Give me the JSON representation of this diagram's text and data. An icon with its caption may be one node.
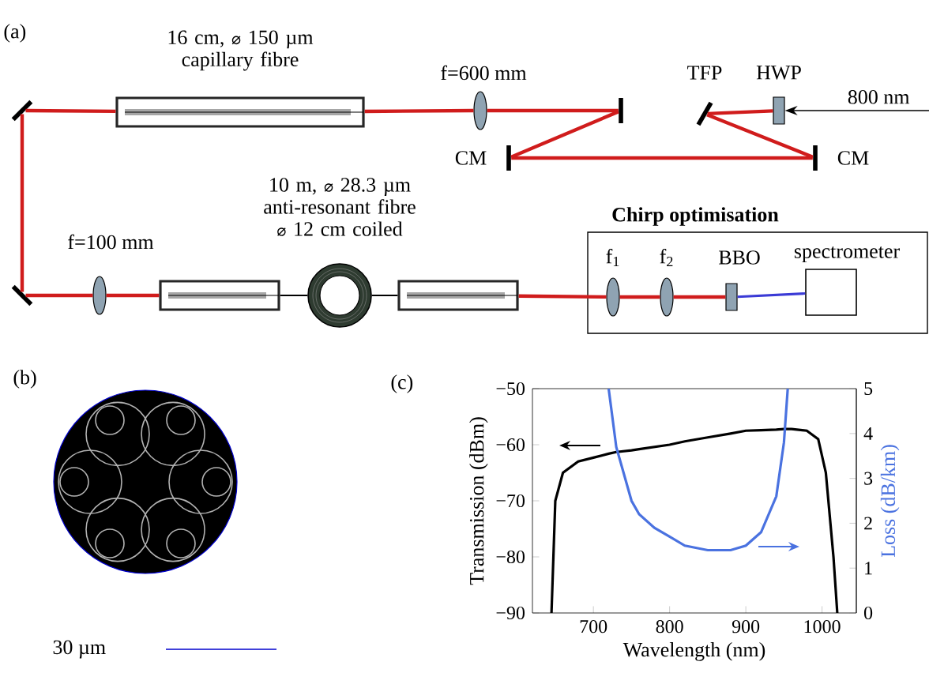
{
  "diagram": {
    "nodes": [
      {
        "text": [
          "HWP"
        ]
      },
      {
        "text": [
          "TFP"
        ]
      },
      {
        "text": [
          "CM"
        ]
      },
      {
        "text": [
          "CM"
        ]
      },
      {
        "text": [],
        "shape": "bar"
      },
      {
        "text": [
          "f=600 mm"
        ]
      },
      {
        "text": [
          "16 cm, ⌀ 150 µm capillary fibre"
        ]
      },
      {
        "text": [],
        "shape": "bar"
      },
      {
        "text": [],
        "shape": "bar"
      },
      {
        "text": [
          "f=100 mm"
        ]
      },
      {
        "text": [],
        "shape": "box"
      },
      {
        "text": [
          "10 m, ⌀ 28.3 µm anti-resonant fibre ⌀ 12 cm coiled"
        ]
      },
      {
        "text": [],
        "shape": "box"
      },
      {
        "text": [
          "Chirp optimisation"
        ]
      },
      {
        "text": [
          "f$_{1}$"
        ],
        "in": 13
      },
      {
        "text": [
          "f$_{2}$"
        ],
        "in": 13
      },
      {
        "text": [
          "BBO"
        ],
        "in": 13
      },
      {
        "text": [
          "spectrometer"
        ],
        "in": 13
      }
    ],
    "edges": [
      {
        "from": null,
        "to": 0,
        "arrow": "to",
        "label": "800 nm",
        "color": "#000000"
      },
      {
        "from": 0,
        "to": 1,
        "arrow": "none"
      },
      {
        "from": 1,
        "to": 2,
        "arrow": "none"
      },
      {
        "from": 2,
        "to": 3,
        "arrow": "none"
      },
      {
        "from": 3,
        "to": 4,
        "arrow": "none"
      },
      {
        "from": 4,
        "to": 5,
        "arrow": "none"
      },
      {
        "from": 5,
        "to": 6,
        "arrow": "none"
      },
      {
        "from": 6,
        "to": 7,
        "arrow": "none"
      },
      {
        "from": 7,
        "to": 8,
        "arrow": "none"
      },
      {
        "from": 8,
        "to": 9,
        "arrow": "none"
      },
      {
        "from": 9,
        "to": 10,
        "arrow": "none"
      },
      {
        "from": 10,
        "to": 11,
        "arrow": "none",
        "color": "#000000"
      },
      {
        "from": 11,
        "to": 12,
        "arrow": "none",
        "color": "#000000"
      },
      {
        "from": 12,
        "to": 14,
        "arrow": "none"
      },
      {
        "from": 14,
        "to": 15,
        "arrow": "none"
      },
      {
        "from": 15,
        "to": 16,
        "arrow": "none"
      },
      {
        "from": 16,
        "to": 17,
        "arrow": "none",
        "color": "#3b3bd6"
      }
    ],
    "labels": [
      "(a)",
      "(b)",
      "(c)",
      "30 µm"
    ],
    "chart_data": {
      "type": "line",
      "xlabel": "Wavelength (nm)",
      "ylabel": "Transmission (dBm)",
      "y2label": "Loss (dB/km)",
      "x": [
        645,
        650,
        660,
        680,
        700,
        720,
        730,
        750,
        760,
        780,
        800,
        820,
        850,
        880,
        900,
        920,
        940,
        950,
        955,
        960,
        980,
        995,
        1005,
        1015,
        1020
      ],
      "series": [
        {
          "color": "#000000",
          "values": [
            -90,
            -70,
            -65,
            -63,
            -62.3,
            -61.6,
            -61.3,
            -61,
            -60.8,
            -60.4,
            -60,
            -59.4,
            -58.7,
            -58,
            -57.5,
            -57.4,
            -57.3,
            -57.2,
            -57.2,
            -57.2,
            -57.5,
            -59,
            -65,
            -80,
            -90
          ]
        },
        {
          "color": "#4a72e0",
          "axis": "y2",
          "values": [
            null,
            null,
            null,
            null,
            null,
            5,
            3.7,
            2.5,
            2.2,
            1.9,
            1.7,
            1.5,
            1.4,
            1.4,
            1.5,
            1.8,
            2.6,
            3.8,
            5,
            null,
            null,
            null,
            null,
            null,
            null
          ]
        }
      ],
      "xlim": [
        620,
        1045
      ],
      "ylim": [
        -90,
        -50
      ],
      "y2lim": [
        0,
        5
      ],
      "xticks": [
        700,
        800,
        900,
        1000
      ],
      "yticks": [
        -90,
        -80,
        -70,
        -60,
        -50
      ],
      "y2ticks": [
        0,
        1,
        2,
        3,
        4,
        5
      ]
    }
  }
}
